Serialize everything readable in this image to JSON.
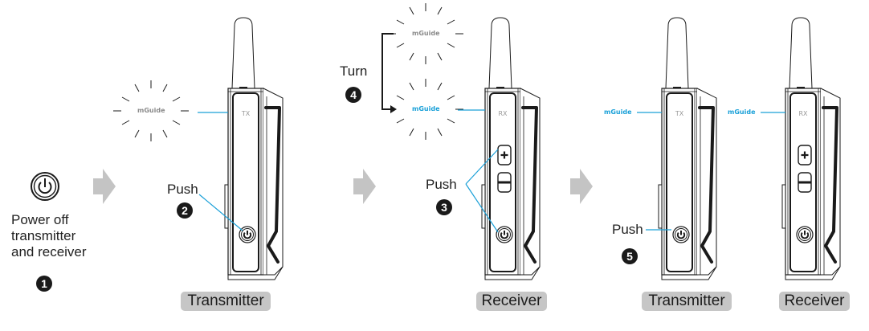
{
  "colors": {
    "accent_blue": "#1aa0d8",
    "arrow_gray": "#c4c4c4",
    "pill_gray": "#c6c6c6",
    "ink": "#1a1a1a"
  },
  "steps": [
    {
      "number": "1",
      "text": [
        "Power off",
        "transmitter",
        "and receiver"
      ],
      "icon": "power-icon"
    },
    {
      "number": "2",
      "action": "Push"
    },
    {
      "number": "3",
      "action": "Push"
    },
    {
      "number": "4",
      "action": "Turn"
    },
    {
      "number": "5",
      "action": "Push"
    }
  ],
  "indicator_label": "mGuide",
  "devices": [
    {
      "label": "Transmitter",
      "face_label": "TX"
    },
    {
      "label": "Receiver",
      "face_label": "RX"
    },
    {
      "label": "Transmitter",
      "face_label": "TX"
    },
    {
      "label": "Receiver",
      "face_label": "RX"
    }
  ]
}
